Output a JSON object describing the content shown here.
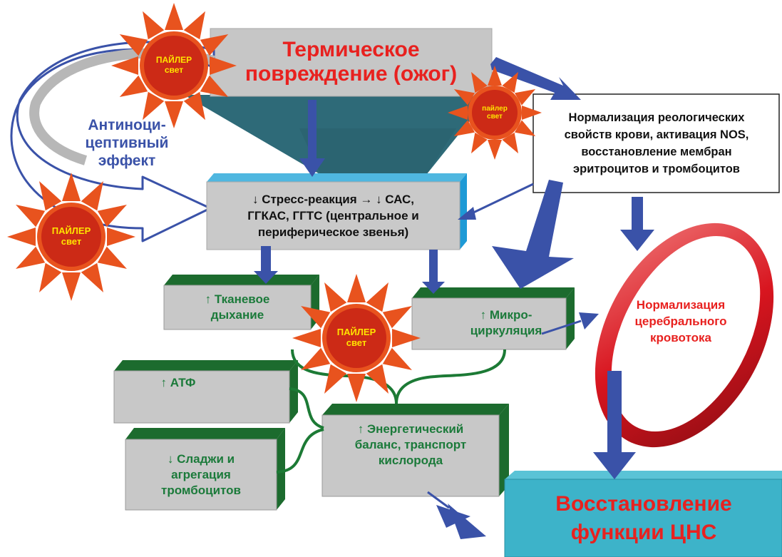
{
  "diagram": {
    "title_line1": "Термическое",
    "title_line2": "повреждение (ожог)",
    "antinociceptive_line1": "Антиноци-",
    "antinociceptive_line2": "цептивный",
    "antinociceptive_line3": "эффект",
    "rheology_line1": "Нормализация реологических",
    "rheology_line2": "свойств крови, активация NOS,",
    "rheology_line3": "восстановление мембран",
    "rheology_line4": "эритроцитов и тромбоцитов",
    "stress_line1": "↓ Стресс-реакция → ↓ САС,",
    "stress_line2": "ГГКАС, ГГТС (центральное и",
    "stress_line3": "периферическое звенья)",
    "tissue_line1": "↑ Тканевое",
    "tissue_line2": "дыхание",
    "micro_line1": "↑ Микро-",
    "micro_line2": "циркуляция",
    "cerebral_line1": "Нормализация",
    "cerebral_line2": "церебрального",
    "cerebral_line3": "кровотока",
    "atp": "↑ АТФ",
    "sludge_line1": "↓ Сладжи и",
    "sludge_line2": "агрегация",
    "sludge_line3": "тромбоцитов",
    "energy_line1": "↑ Энергетический",
    "energy_line2": "баланс, транспорт",
    "energy_line3": "кислорода",
    "cns_line1": "Восстановление",
    "cns_line2": "функции ЦНС",
    "sun_top_line1": "ПАЙЛЕР",
    "sun_top_line2": "свет",
    "sun_small_line1": "пайлер",
    "sun_small_line2": "свет",
    "sun_left_line1": "ПАЙЛЕР",
    "sun_left_line2": "свет",
    "sun_center_line1": "ПАЙЛЕР",
    "sun_center_line2": "свет"
  },
  "colors": {
    "title_red": "#e8211f",
    "arrow_blue": "#3a52a8",
    "box_green_text": "#1b7a3a",
    "box_green_side": "#1c6b2e",
    "teal_funnel": "#2e6a78",
    "cns_box": "#3db3c9",
    "sun_orange": "#e8531e",
    "sun_center": "#cc2a16",
    "sun_text": "#ffe400"
  },
  "icons": [
    "sun-icon",
    "blue-arrow-icon",
    "ring-icon"
  ]
}
